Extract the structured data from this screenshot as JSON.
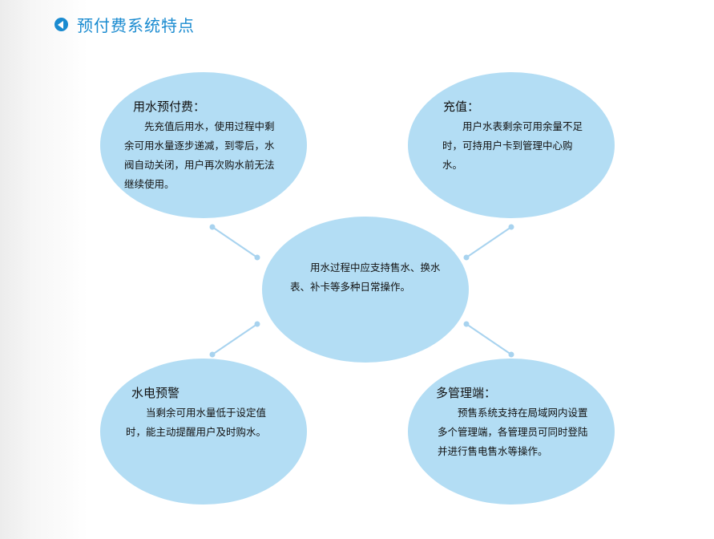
{
  "header": {
    "title": "预付费系统特点"
  },
  "center": {
    "text": "用水过程中应支持售水、换水表、补卡等多种日常操作。"
  },
  "nodes": {
    "top_left": {
      "title": "用水预付费：",
      "text": "先充值后用水，使用过程中剩余可用水量逐步递减，到零后，水阀自动关闭，用户再次购水前无法继续使用。"
    },
    "top_right": {
      "title": "充值：",
      "text": "用户水表剩余可用余量不足时，可持用户卡到管理中心购水。"
    },
    "bottom_left": {
      "title": "水电预警",
      "text": "当剩余可用水量低于设定值时，能主动提醒用户及时购水。"
    },
    "bottom_right": {
      "title": "多管理端：",
      "text": "预售系统支持在局域网内设置多个管理端，各管理员可同时登陆并进行售电售水等操作。"
    }
  },
  "colors": {
    "accent": "#1a8bd0",
    "bubble": "#b3ddf4",
    "connector": "#a8d3ef"
  },
  "icons": {
    "header": "chevron-left-circle-icon"
  }
}
